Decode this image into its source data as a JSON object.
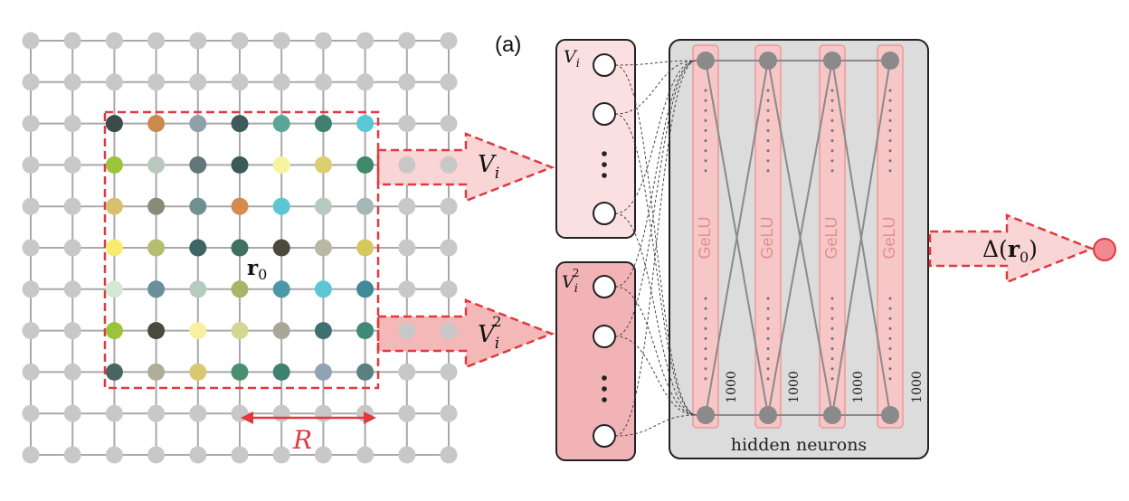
{
  "panel_label": "(a)",
  "lattice": {
    "center_label": "r",
    "center_sub": "0",
    "radius_label": "R",
    "site_color": "#c8c8c8",
    "bond_color": "#a9a9a9",
    "box_color": "#e0393e",
    "window_colors": [
      [
        "#3d4a4a",
        "#c98a4e",
        "#8fa1a8",
        "#3e5a5a",
        "#5aa596",
        "#3f8070",
        "#5bc7d3"
      ],
      [
        "#9cc43a",
        "#b8c8bc",
        "#63767a",
        "#3c5a5a",
        "#f7f4a0",
        "#d9cf6d",
        "#3f8a6a"
      ],
      [
        "#d7c06d",
        "#8a8a78",
        "#6e9090",
        "#d78a50",
        "#5bc7d3",
        "#b6cabd",
        "#a5b8b8"
      ],
      [
        "#f7ec70",
        "#b6bd6e",
        "#3f6464",
        "#3f7060",
        "#4a4a3c",
        "#b8b8a4",
        "#d6c85e"
      ],
      [
        "#d5e8d5",
        "#6b8f96",
        "#b6cabd",
        "#aab466",
        "#4a98a8",
        "#5bc7d3",
        "#3f8a96"
      ],
      [
        "#9cc43a",
        "#4a4a3c",
        "#f7f0a0",
        "#d3d890",
        "#a8a898",
        "#3f7070",
        "#3f8a7a"
      ],
      [
        "#4a6464",
        "#b0ad98",
        "#dac86e",
        "#4a9070",
        "#3f8070",
        "#8fa3b5",
        "#5a8080"
      ]
    ]
  },
  "inputs": {
    "top_arrow_label": "V",
    "top_arrow_sub": "i",
    "bottom_arrow_label": "V",
    "bottom_arrow_sub": "i",
    "bottom_arrow_sup": "2",
    "top_box_label": "V",
    "top_box_sub": "i",
    "bottom_box_label": "V",
    "bottom_box_sub": "i",
    "bottom_box_sup": "2",
    "top_box_color": "#fbe0e1",
    "bottom_box_color": "#f2b3b6"
  },
  "hidden": {
    "title": "hidden neurons",
    "layers": [
      {
        "activation": "GeLU",
        "size": "1000"
      },
      {
        "activation": "GeLU",
        "size": "1000"
      },
      {
        "activation": "GeLU",
        "size": "1000"
      },
      {
        "activation": "GeLU",
        "size": "1000"
      }
    ],
    "panel_color": "#dcdcdc",
    "layer_color": "#f7c6c6",
    "neuron_color": "#8a8a8a"
  },
  "output": {
    "label_prefix": "Δ(",
    "label_r": "r",
    "label_sub": "0",
    "label_suffix": ")",
    "node_color": "#f08a8e"
  }
}
